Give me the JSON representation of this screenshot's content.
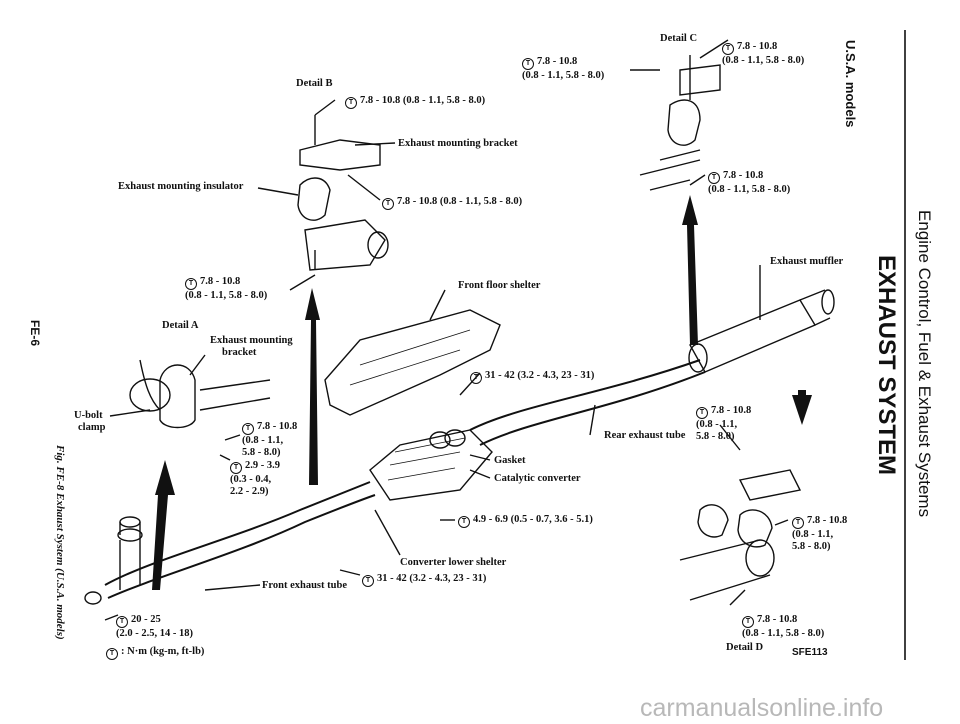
{
  "header": {
    "section": "Engine Control, Fuel & Exhaust Systems",
    "title": "EXHAUST SYSTEM",
    "model": "U.S.A. models"
  },
  "page_number": "FE-6",
  "caption": "Fig. FE-8 Exhaust System (U.S.A. models)",
  "code": "SFE113",
  "legend": {
    "symbol": "T",
    "text": ": N·m (kg-m, ft-lb)"
  },
  "details": {
    "a": "Detail A",
    "b": "Detail B",
    "c": "Detail C",
    "d": "Detail D"
  },
  "parts": {
    "mounting_insulator": "Exhaust mounting insulator",
    "mounting_bracket_b": "Exhaust mounting bracket",
    "mounting_bracket_a_1": "Exhaust mounting",
    "mounting_bracket_a_2": "bracket",
    "ubolt_1": "U-bolt",
    "ubolt_2": "clamp",
    "front_floor_shelter": "Front floor shelter",
    "exhaust_muffler": "Exhaust muffler",
    "rear_exhaust_tube": "Rear exhaust tube",
    "gasket": "Gasket",
    "catalytic_converter": "Catalytic converter",
    "converter_lower_shelter": "Converter lower shelter",
    "front_exhaust_tube": "Front exhaust tube"
  },
  "torques": {
    "c_left": "7.8 - 10.8\n(0.8 - 1.1, 5.8 - 8.0)",
    "c_top": "7.8 - 10.8\n(0.8 - 1.1, 5.8 - 8.0)",
    "c_bottom": "7.8 - 10.8\n(0.8 - 1.1, 5.8 - 8.0)",
    "b_top": "7.8 - 10.8 (0.8 - 1.1, 5.8 - 8.0)",
    "b_mid": "7.8 - 10.8 (0.8 - 1.1, 5.8 - 8.0)",
    "b_bottom": "7.8 - 10.8\n(0.8 - 1.1, 5.8 - 8.0)",
    "a_bracket": "7.8 - 10.8\n(0.8 - 1.1,\n5.8 - 8.0)",
    "a_ubolt": "2.9 - 3.9\n(0.3 - 0.4,\n2.2 - 2.9)",
    "shelter_bolt": "31 - 42 (3.2 - 4.3, 23 - 31)",
    "converter_side": "4.9 - 6.9 (0.5 - 0.7, 3.6 - 5.1)",
    "converter_lower": "31 - 42 (3.2 - 4.3, 23 - 31)",
    "front_flange": "20 - 25\n(2.0 - 2.5, 14 - 18)",
    "d_top": "7.8 - 10.8\n(0.8 - 1.1,\n5.8 - 8.0)",
    "d_right": "7.8 - 10.8\n(0.8 - 1.1,\n5.8 - 8.0)",
    "d_bottom": "7.8 - 10.8\n(0.8 - 1.1, 5.8 - 8.0)"
  },
  "watermark": "carmanualsonline.info"
}
